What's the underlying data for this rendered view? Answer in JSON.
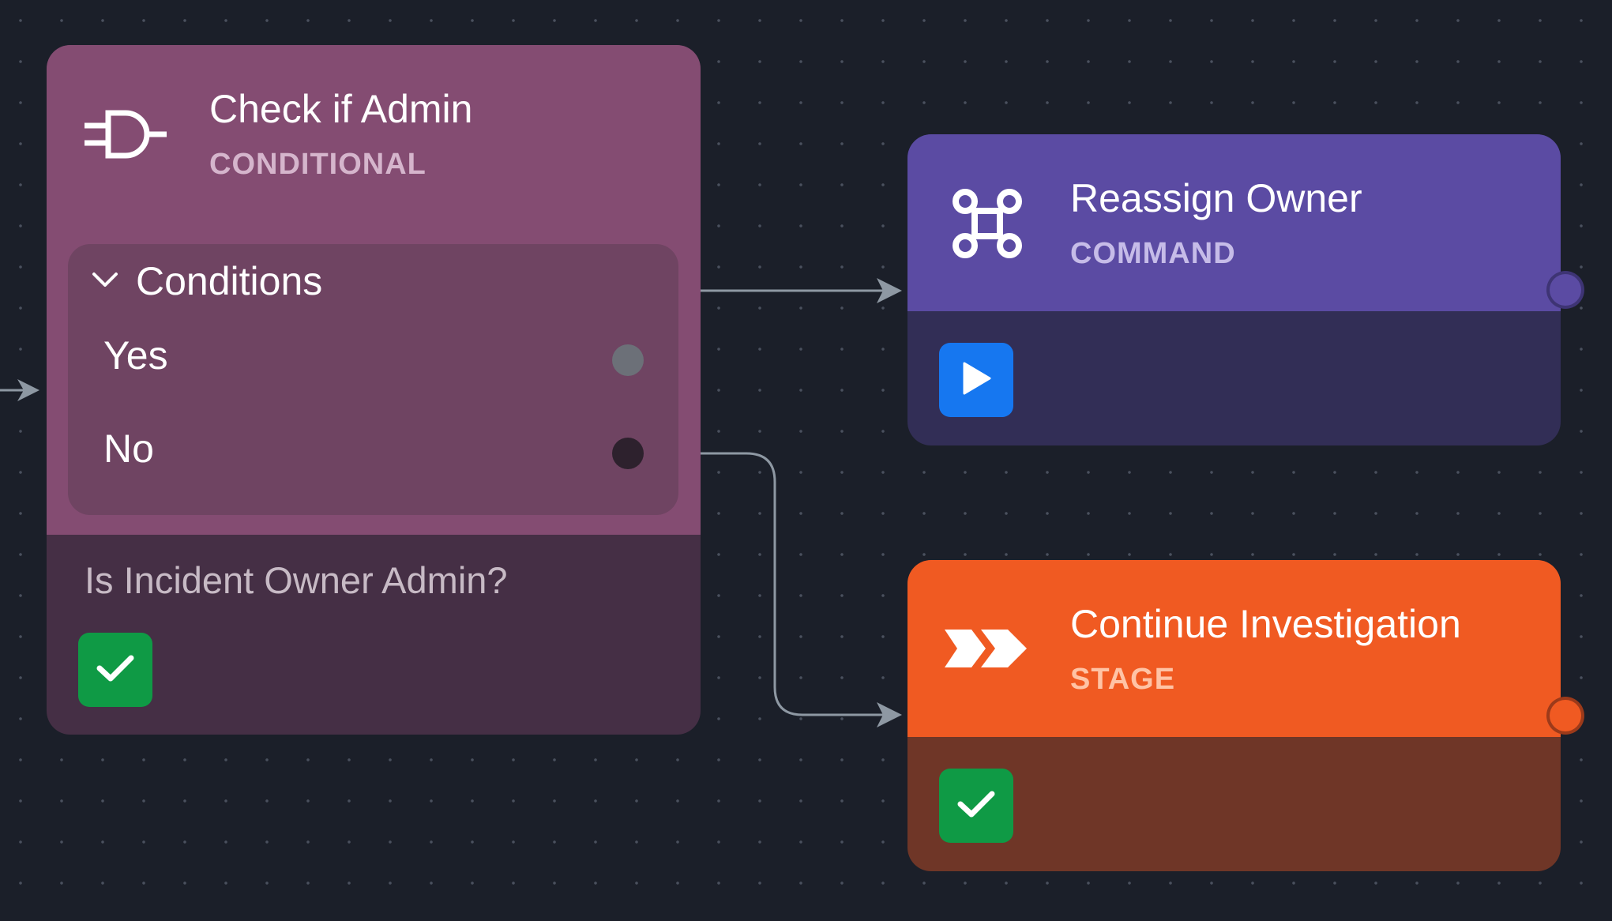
{
  "nodes": {
    "conditional": {
      "title": "Check if Admin",
      "type_label": "CONDITIONAL",
      "conditions_label": "Conditions",
      "conditions": [
        {
          "label": "Yes"
        },
        {
          "label": "No"
        }
      ],
      "description": "Is Incident Owner Admin?",
      "status_icon": "check-icon",
      "color": "#844c72"
    },
    "command": {
      "title": "Reassign Owner",
      "type_label": "COMMAND",
      "action_icon": "play-icon",
      "color": "#5b4ba3"
    },
    "stage": {
      "title": "Continue Investigation",
      "type_label": "STAGE",
      "status_icon": "check-icon",
      "color": "#f05a22"
    }
  },
  "colors": {
    "canvas_background": "#1b1f29",
    "edge": "#8e98a3",
    "success": "#0f9a45",
    "run": "#1677f0"
  }
}
